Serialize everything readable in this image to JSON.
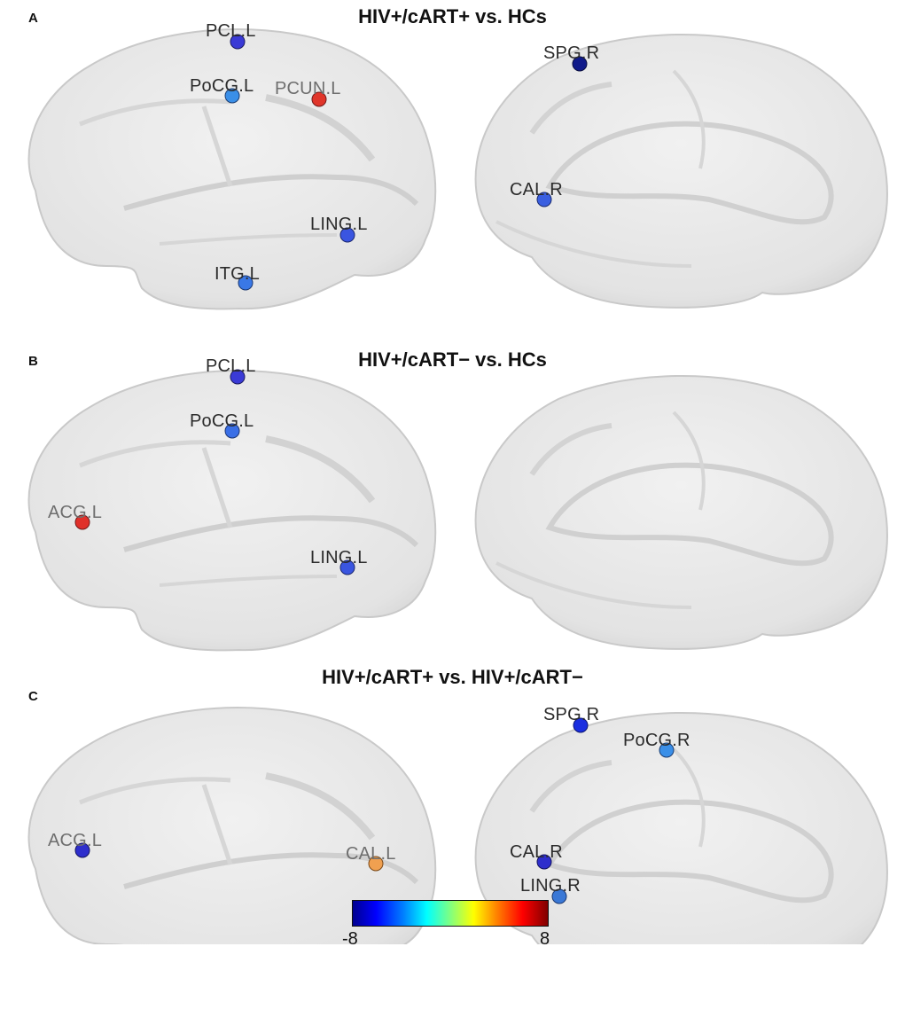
{
  "figure": {
    "colormap": [
      "#00008f",
      "#0000ff",
      "#0080ff",
      "#00ffff",
      "#80ff80",
      "#ffff00",
      "#ff8000",
      "#ff0000",
      "#800000"
    ],
    "colorbar": {
      "min_label": "-8",
      "max_label": "8"
    }
  },
  "panels": [
    {
      "letter": "A",
      "title": "HIV+/cART+ vs. HCs",
      "nodes": [
        {
          "label": "PCL.L",
          "color": "#3a3ad6"
        },
        {
          "label": "PoCG.L",
          "color": "#3a8fe8"
        },
        {
          "label": "PCUN.L",
          "color": "#e0352a"
        },
        {
          "label": "LING.L",
          "color": "#3a55e0"
        },
        {
          "label": "ITG.L",
          "color": "#3a78e6"
        },
        {
          "label": "SPG.R",
          "color": "#101a8a"
        },
        {
          "label": "CAL.R",
          "color": "#3a5fe0"
        }
      ]
    },
    {
      "letter": "B",
      "title": "HIV+/cART− vs. HCs",
      "nodes": [
        {
          "label": "PCL.L",
          "color": "#3a3ad6"
        },
        {
          "label": "PoCG.L",
          "color": "#3a6fe6"
        },
        {
          "label": "ACG.L",
          "color": "#e0302a"
        },
        {
          "label": "LING.L",
          "color": "#3a55e0"
        }
      ]
    },
    {
      "letter": "C",
      "title": "HIV+/cART+ vs. HIV+/cART−",
      "nodes": [
        {
          "label": "ACG.L",
          "color": "#2e2ecc"
        },
        {
          "label": "CAL.L",
          "color": "#f0a050"
        },
        {
          "label": "SPG.R",
          "color": "#1a2ee0"
        },
        {
          "label": "PoCG.R",
          "color": "#3a8fe8"
        },
        {
          "label": "CAL.R",
          "color": "#2e2ecc"
        },
        {
          "label": "LING.R",
          "color": "#3a78d6"
        }
      ]
    }
  ]
}
